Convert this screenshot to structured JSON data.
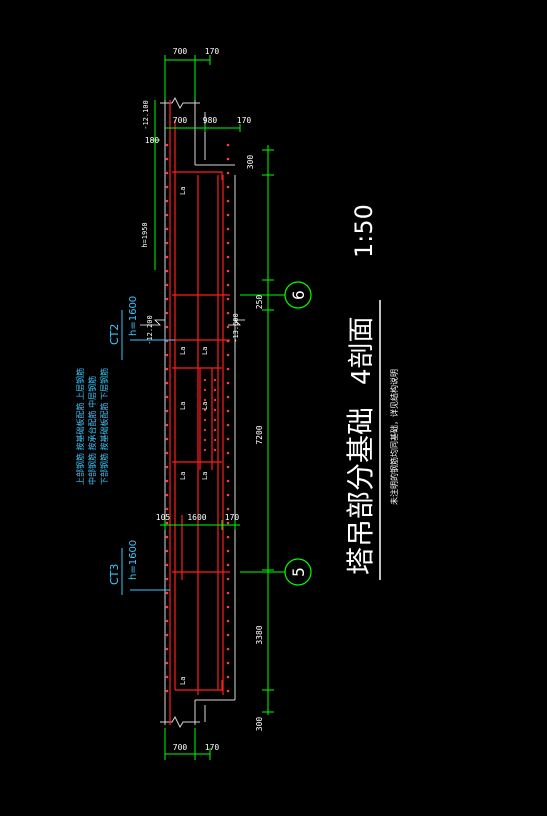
{
  "drawing": {
    "title": "塔吊部分基础",
    "section_label": "4剖面",
    "scale": "1:50",
    "note": "未注明的钢筋均同基础，详见结构说明"
  },
  "dimensions": {
    "top_700": "700",
    "top_170": "170",
    "top2_700": "700",
    "top2_980": "980",
    "top2_170": "170",
    "elev_12100": "-12.100",
    "left_180": "180",
    "right_300a": "300",
    "h_1950": "h=1950",
    "d_250": "250",
    "d_7200": "7200",
    "d_3380": "3380",
    "d_300b": "300",
    "mid_105": "105",
    "mid_1600": "1600",
    "mid_170": "170",
    "bot_700": "700",
    "bot_170": "170",
    "elev_12200": "-12.200",
    "elev_13600": "-13.600"
  },
  "members": {
    "ct2_name": "CT2",
    "ct2_h": "h=1600",
    "ct3_name": "CT3",
    "ct3_h": "h=1600"
  },
  "axes": {
    "axis_6": "6",
    "axis_5": "5"
  },
  "legend": [
    "上部钢筋 按基础板配筋 上层钢筋",
    "中部钢筋 按承台配筋 中层钢筋",
    "下部钢筋 按基础板配筋 下层钢筋"
  ],
  "lap_labels": [
    "La",
    "La",
    "La",
    "La",
    "La",
    "La",
    "La",
    "La"
  ],
  "colors": {
    "rebar": "#ff1e1e",
    "dimension": "#00ff00",
    "outline": "#ffffff",
    "note": "#37c8ff",
    "axis_circle": "#00ff00"
  }
}
